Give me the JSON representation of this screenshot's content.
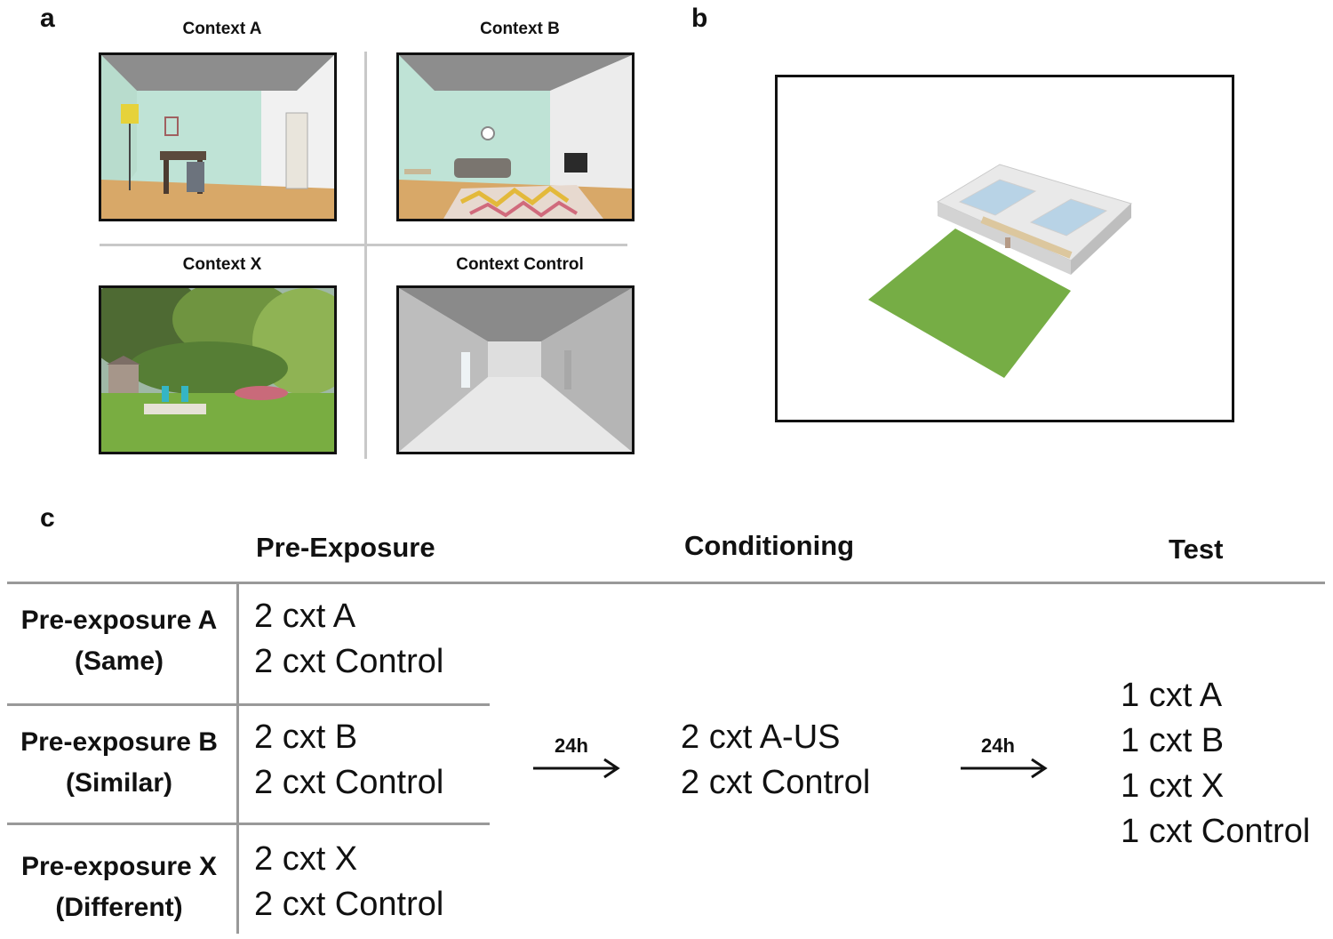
{
  "panels": {
    "a": "a",
    "b": "b",
    "c": "c"
  },
  "contexts": [
    {
      "id": "context-a",
      "title": "Context A",
      "scene": "living-room-with-lamp-table-door"
    },
    {
      "id": "context-b",
      "title": "Context B",
      "scene": "living-room-with-sofa-rug-fireplace"
    },
    {
      "id": "context-x",
      "title": "Context X",
      "scene": "garden-with-summerhouse-and-chairs"
    },
    {
      "id": "context-control",
      "title": "Context Control",
      "scene": "empty-grey-corridor"
    }
  ],
  "floorplan": {
    "scene": "3d-house-floorplan-with-green-lawn"
  },
  "design": {
    "headers": {
      "preexposure": "Pre-Exposure",
      "conditioning": "Conditioning",
      "test": "Test"
    },
    "groups": [
      {
        "name": "Pre-exposure A",
        "sub": "(Same)",
        "line1": "2 cxt A",
        "line2": "2 cxt Control"
      },
      {
        "name": "Pre-exposure B",
        "sub": "(Similar)",
        "line1": "2 cxt B",
        "line2": "2 cxt Control"
      },
      {
        "name": "Pre-exposure X",
        "sub": "(Different)",
        "line1": "2 cxt X",
        "line2": "2 cxt Control"
      }
    ],
    "delay1": "24h",
    "delay2": "24h",
    "conditioning": [
      "2 cxt A-US",
      "2 cxt Control"
    ],
    "test": [
      "1 cxt A",
      "1 cxt B",
      "1 cxt X",
      "1 cxt Control"
    ]
  },
  "colors": {
    "wall_mint": "#bfe3d6",
    "floor_wood": "#d8a868",
    "lawn": "#76ad45",
    "lines": "#999999"
  }
}
